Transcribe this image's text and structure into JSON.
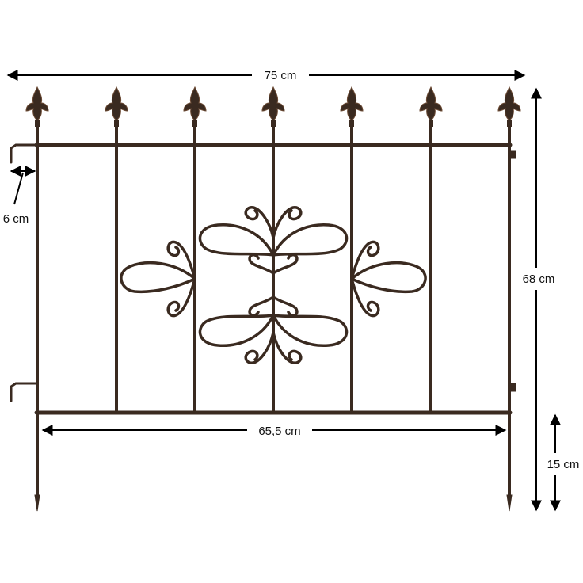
{
  "colors": {
    "iron": "#3a2a20",
    "iron_highlight": "#6b4a34",
    "dimension_line": "#000000",
    "background": "#ffffff"
  },
  "dimensions": {
    "total_width": "75 cm",
    "inner_width": "65,5 cm",
    "total_height": "68 cm",
    "spike_height": "15 cm",
    "hook_depth": "6 cm"
  }
}
